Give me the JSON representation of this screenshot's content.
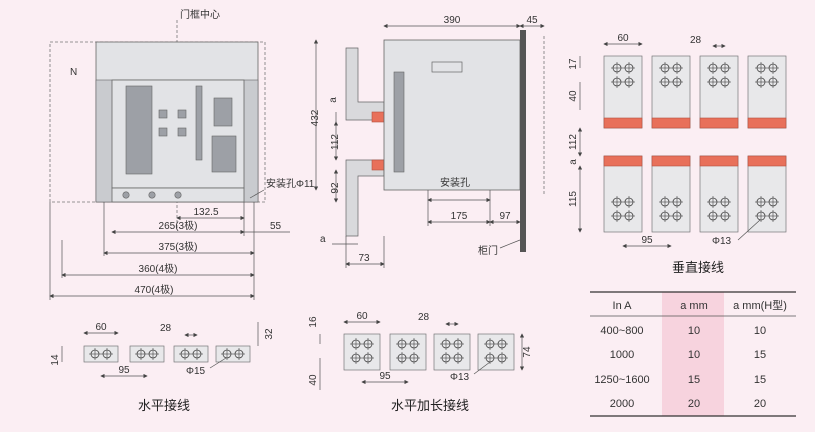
{
  "front_view": {
    "door_center_label": "门框中心",
    "n_label": "N",
    "hole_label": "安装孔Φ11",
    "dims": {
      "d_132_5": "132.5",
      "d_265": "265(3极)",
      "d_55": "55",
      "d_375": "375(3极)",
      "d_360": "360(4极)",
      "d_470": "470(4极)"
    }
  },
  "side_view": {
    "dims": {
      "d_390": "390",
      "d_45": "45",
      "d_432": "432",
      "d_a1": "a",
      "d_112": "112",
      "d_92": "92",
      "d_175": "175",
      "d_97": "97",
      "d_a2": "a",
      "d_73": "73"
    },
    "hole_label": "安装孔",
    "door_label": "柜门"
  },
  "vertical": {
    "caption": "垂直接线",
    "dims": {
      "d_60": "60",
      "d_28": "28",
      "d_17": "17",
      "d_40": "40",
      "d_112": "112",
      "d_a": "a",
      "d_115": "115",
      "d_95": "95",
      "d_phi13": "Φ13"
    }
  },
  "horizontal": {
    "caption": "水平接线",
    "dims": {
      "d_60": "60",
      "d_28": "28",
      "d_32": "32",
      "d_14": "14",
      "d_95": "95",
      "d_phi15": "Φ15"
    }
  },
  "horizontal_ext": {
    "caption": "水平加长接线",
    "dims": {
      "d_16": "16",
      "d_60": "60",
      "d_28": "28",
      "d_74": "74",
      "d_40": "40",
      "d_95": "95",
      "d_phi13": "Φ13"
    }
  },
  "table": {
    "headers": [
      "In   A",
      "a  mm",
      "a  mm(H型)"
    ],
    "rows": [
      [
        "400~800",
        "10",
        "10"
      ],
      [
        "1000",
        "10",
        "15"
      ],
      [
        "1250~1600",
        "15",
        "15"
      ],
      [
        "2000",
        "20",
        "20"
      ]
    ],
    "highlight_color": "#f7d3de"
  }
}
